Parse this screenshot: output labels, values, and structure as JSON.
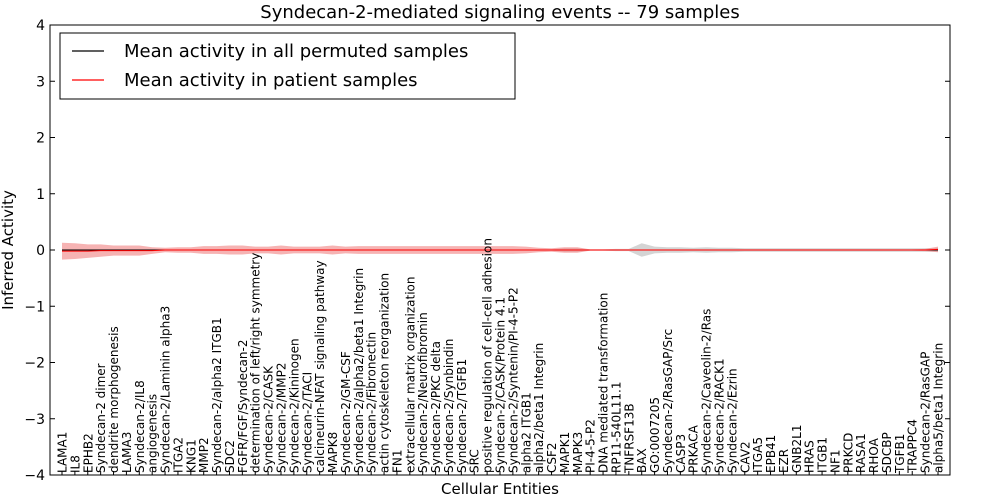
{
  "chart_data": {
    "type": "line",
    "title": "Syndecan-2-mediated signaling events -- 79 samples",
    "xlabel": "Cellular Entities",
    "ylabel": "Inferred Activity",
    "ylim": [
      -4,
      4
    ],
    "yticks": [
      -4,
      -3,
      -2,
      -1,
      0,
      1,
      2,
      3,
      4
    ],
    "grid": false,
    "legend_position": "top-left",
    "colors": {
      "permuted": "#000000",
      "patient": "#ff0000",
      "patient_band": "#f08080",
      "permuted_band": "#b0b0b0"
    },
    "categories": [
      "LAMA1",
      "IL8",
      "EPHB2",
      "Syndecan-2 dimer",
      "dendrite morphogenesis",
      "LAMA3",
      "Syndecan-2/IL8",
      "angiogenesis",
      "Syndecan-2/Laminin alpha3",
      "ITGA2",
      "KNG1",
      "MMP2",
      "Syndecan-2/alpha2 ITGB1",
      "SDC2",
      "FGFR/FGF/Syndecan-2",
      "determination of left/right symmetry",
      "Syndecan-2/CASK",
      "Syndecan-2/MMP2",
      "Syndecan-2/Kininogen",
      "Syndecan-2/TACI",
      "calcineurin-NFAT signaling pathway",
      "MAPK8",
      "Syndecan-2/GM-CSF",
      "Syndecan-2/alpha2/beta1 Integrin",
      "Syndecan-2/Fibronectin",
      "actin cytoskeleton reorganization",
      "FN1",
      "extracellular matrix organization",
      "Syndecan-2/Neurofibromin",
      "Syndecan-2/PKC delta",
      "Syndecan-2/Synbindin",
      "Syndecan-2/TGFB1",
      "SRC",
      "positive regulation of cell-cell adhesion",
      "Syndecan-2/CASK/Protein 4.1",
      "Syndecan-2/Syntenin/PI-4-5-P2",
      "alpha2 ITGB1",
      "alpha2/beta1 Integrin",
      "CSF2",
      "MAPK1",
      "MAPK3",
      "PI-4-5-P2",
      "DNA mediated transformation",
      "RP11-540L11.1",
      "TNFRSF13B",
      "BAX",
      "GO:0007205",
      "Syndecan-2/RasGAP/Src",
      "CASP3",
      "PRKACA",
      "Syndecan-2/Caveolin-2/Ras",
      "Syndecan-2/RACK1",
      "Syndecan-2/Ezrin",
      "CAV2",
      "ITGA5",
      "EPB41",
      "EZR",
      "GNB2L1",
      "HRAS",
      "ITGB1",
      "NF1",
      "PRKCD",
      "RASA1",
      "RHOA",
      "SDCBP",
      "TGFB1",
      "TRAPPC4",
      "Syndecan-2/RasGAP",
      "alpha5/beta1 Integrin"
    ],
    "series": [
      {
        "name": "Mean activity in all permuted samples",
        "values": [
          0,
          0,
          0,
          0,
          0,
          0,
          0,
          0,
          0,
          0,
          0,
          0,
          0,
          0,
          0,
          0,
          0,
          0,
          0,
          0,
          0,
          0,
          0,
          0,
          0,
          0,
          0,
          0,
          0,
          0,
          0,
          0,
          0,
          0,
          0,
          0,
          0,
          0,
          0,
          0,
          0,
          0,
          0,
          0,
          0,
          0,
          0,
          0,
          0,
          0,
          0,
          0,
          0,
          0,
          0,
          0,
          0,
          0,
          0,
          0,
          0,
          0,
          0,
          0,
          0,
          0,
          0,
          0,
          0
        ],
        "band": [
          0.01,
          0.01,
          0.01,
          0.01,
          0.01,
          0.01,
          0.01,
          0.01,
          0.01,
          0.01,
          0.01,
          0.01,
          0.01,
          0.01,
          0.01,
          0.01,
          0.01,
          0.01,
          0.01,
          0.01,
          0.01,
          0.01,
          0.01,
          0.01,
          0.01,
          0.01,
          0.01,
          0.01,
          0.01,
          0.01,
          0.01,
          0.01,
          0.01,
          0.01,
          0.01,
          0.01,
          0.01,
          0.01,
          0.01,
          0.03,
          0.03,
          0.01,
          0.01,
          0.02,
          0.02,
          0.12,
          0.06,
          0.05,
          0.05,
          0.04,
          0.05,
          0.04,
          0.04,
          0.03,
          0.03,
          0.03,
          0.03,
          0.03,
          0.03,
          0.03,
          0.03,
          0.03,
          0.03,
          0.03,
          0.03,
          0.03,
          0.03,
          0.03,
          0.03
        ]
      },
      {
        "name": "Mean activity in patient samples",
        "values": [
          -0.02,
          -0.02,
          -0.02,
          -0.01,
          -0.01,
          -0.01,
          -0.01,
          -0.01,
          0,
          0,
          0,
          0,
          0,
          0,
          0,
          0,
          0,
          0,
          0,
          0,
          0,
          0,
          0,
          0,
          0,
          0,
          0,
          0,
          0,
          0,
          0,
          0,
          0,
          0,
          0,
          0,
          0,
          0,
          0,
          0,
          0,
          0,
          0,
          0,
          0,
          0,
          0,
          0,
          0,
          0,
          0,
          0,
          0,
          0,
          0,
          0,
          0,
          0,
          0,
          0,
          0,
          0,
          0,
          0,
          0,
          0,
          0,
          0,
          0.01
        ],
        "band": [
          0.15,
          0.14,
          0.12,
          0.11,
          0.09,
          0.09,
          0.09,
          0.06,
          0.04,
          0.05,
          0.05,
          0.07,
          0.07,
          0.08,
          0.08,
          0.06,
          0.06,
          0.08,
          0.06,
          0.06,
          0.06,
          0.08,
          0.06,
          0.07,
          0.07,
          0.07,
          0.07,
          0.07,
          0.07,
          0.07,
          0.07,
          0.07,
          0.07,
          0.07,
          0.07,
          0.07,
          0.06,
          0.04,
          0.03,
          0.05,
          0.05,
          0.01,
          0.01,
          0.01,
          0.01,
          0.01,
          0.01,
          0.01,
          0.01,
          0.01,
          0.01,
          0.01,
          0.01,
          0.01,
          0.01,
          0.01,
          0.01,
          0.01,
          0.01,
          0.01,
          0.01,
          0.01,
          0.01,
          0.01,
          0.01,
          0.01,
          0.01,
          0.02,
          0.05
        ]
      }
    ]
  }
}
